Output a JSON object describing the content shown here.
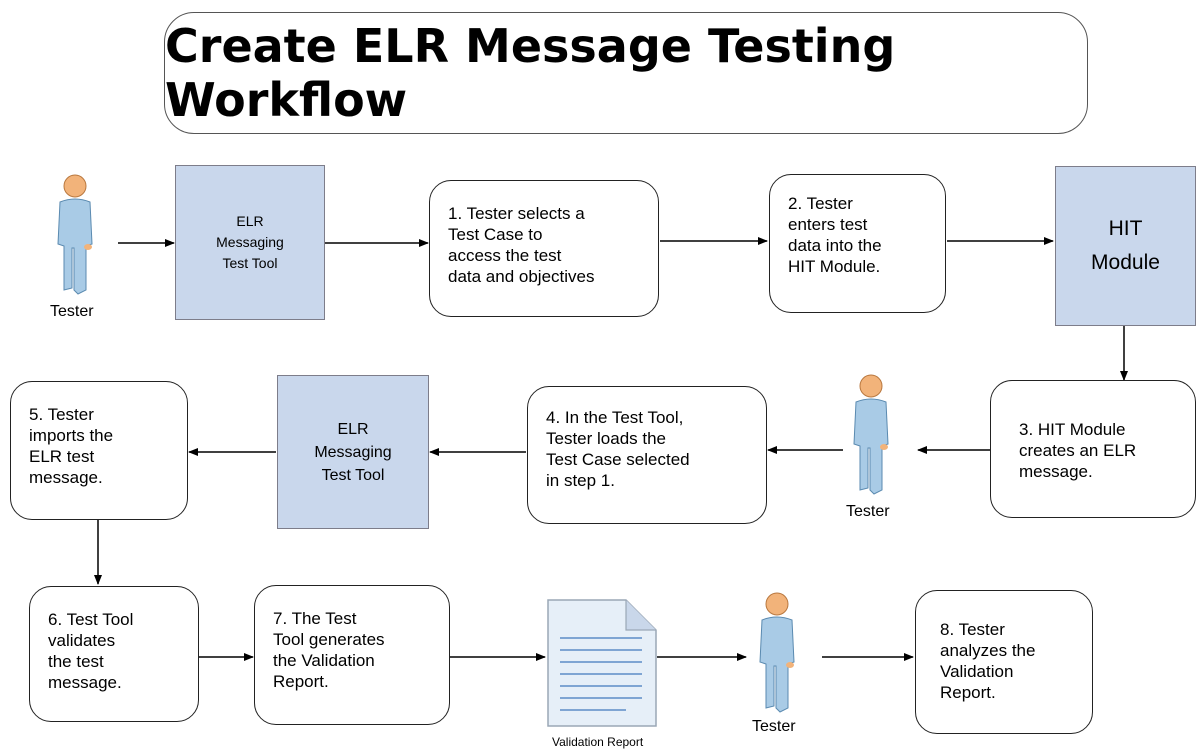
{
  "title": "Create ELR Message Testing Workflow",
  "tools": {
    "elr_tool_1": "ELR\nMessaging\nTest Tool",
    "hit_module": "HIT\nModule",
    "elr_tool_2": "ELR\nMessaging\nTest Tool"
  },
  "steps": {
    "s1": "1. Tester selects a\nTest Case to\naccess the test\ndata and objectives",
    "s2": "2. Tester\nenters test\ndata into the\nHIT Module.",
    "s3": "3. HIT Module\ncreates an ELR\nmessage.",
    "s4": "4. In the Test Tool,\nTester loads the\nTest Case selected\nin step 1.",
    "s5": "5. Tester\nimports the\nELR test\nmessage.",
    "s6": "6. Test Tool\nvalidates\nthe test\nmessage.",
    "s7": "7. The Test\nTool generates\nthe Validation\nReport.",
    "s8": "8. Tester\nanalyzes the\nValidation\nReport."
  },
  "actors": {
    "tester_1": "Tester",
    "tester_2": "Tester",
    "tester_3": "Tester"
  },
  "document": {
    "label": "Validation Report"
  },
  "colors": {
    "tool_fill": "#c9d7ec",
    "person_head": "#f2b37a",
    "person_body": "#a9cbe6"
  }
}
